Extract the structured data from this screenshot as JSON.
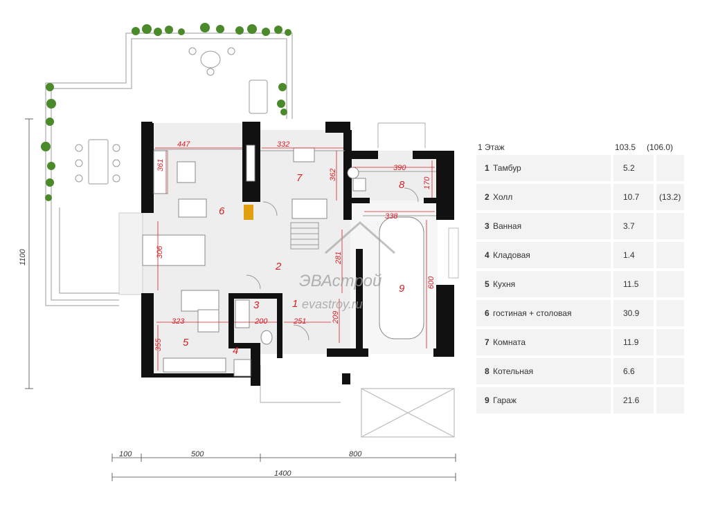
{
  "plan": {
    "rooms": [
      {
        "id": "r1",
        "label": "1"
      },
      {
        "id": "r2",
        "label": "2"
      },
      {
        "id": "r3",
        "label": "3"
      },
      {
        "id": "r4",
        "label": "4"
      },
      {
        "id": "r5",
        "label": "5"
      },
      {
        "id": "r6",
        "label": "6"
      },
      {
        "id": "r7",
        "label": "7"
      },
      {
        "id": "r8",
        "label": "8"
      },
      {
        "id": "r9",
        "label": "9"
      }
    ],
    "dims": {
      "d447": "447",
      "d332": "332",
      "d390": "390",
      "d338": "338",
      "d361": "361",
      "d362": "362",
      "d170": "170",
      "d306": "306",
      "d281": "281",
      "d600": "600",
      "d323": "323",
      "d200": "200",
      "d251": "251",
      "d209": "209",
      "d355": "355"
    },
    "outer_dims": {
      "left": "1100",
      "b100": "100",
      "b500": "500",
      "b800": "800",
      "b1400": "1400"
    },
    "watermark": {
      "brand": "ЭВАстрой",
      "site": "evastroy.ru"
    }
  },
  "table": {
    "header": {
      "title": "1 Этаж",
      "area": "103.5",
      "alt_area": "(106.0)"
    },
    "rows": [
      {
        "num": "1",
        "name": "Тамбур",
        "area": "5.2",
        "alt": ""
      },
      {
        "num": "2",
        "name": "Холл",
        "area": "10.7",
        "alt": "(13.2)"
      },
      {
        "num": "3",
        "name": "Ванная",
        "area": "3.7",
        "alt": ""
      },
      {
        "num": "4",
        "name": "Кладовая",
        "area": "1.4",
        "alt": ""
      },
      {
        "num": "5",
        "name": "Кухня",
        "area": "11.5",
        "alt": ""
      },
      {
        "num": "6",
        "name": "гостиная + столовая",
        "area": "30.9",
        "alt": ""
      },
      {
        "num": "7",
        "name": "Комната",
        "area": "11.9",
        "alt": ""
      },
      {
        "num": "8",
        "name": "Котельная",
        "area": "6.6",
        "alt": ""
      },
      {
        "num": "9",
        "name": "Гараж",
        "area": "21.6",
        "alt": ""
      }
    ]
  },
  "colors": {
    "wall": "#111111",
    "floor": "#eeeeee",
    "dimension": "#d61f26",
    "plant": "#4a8a2a"
  }
}
